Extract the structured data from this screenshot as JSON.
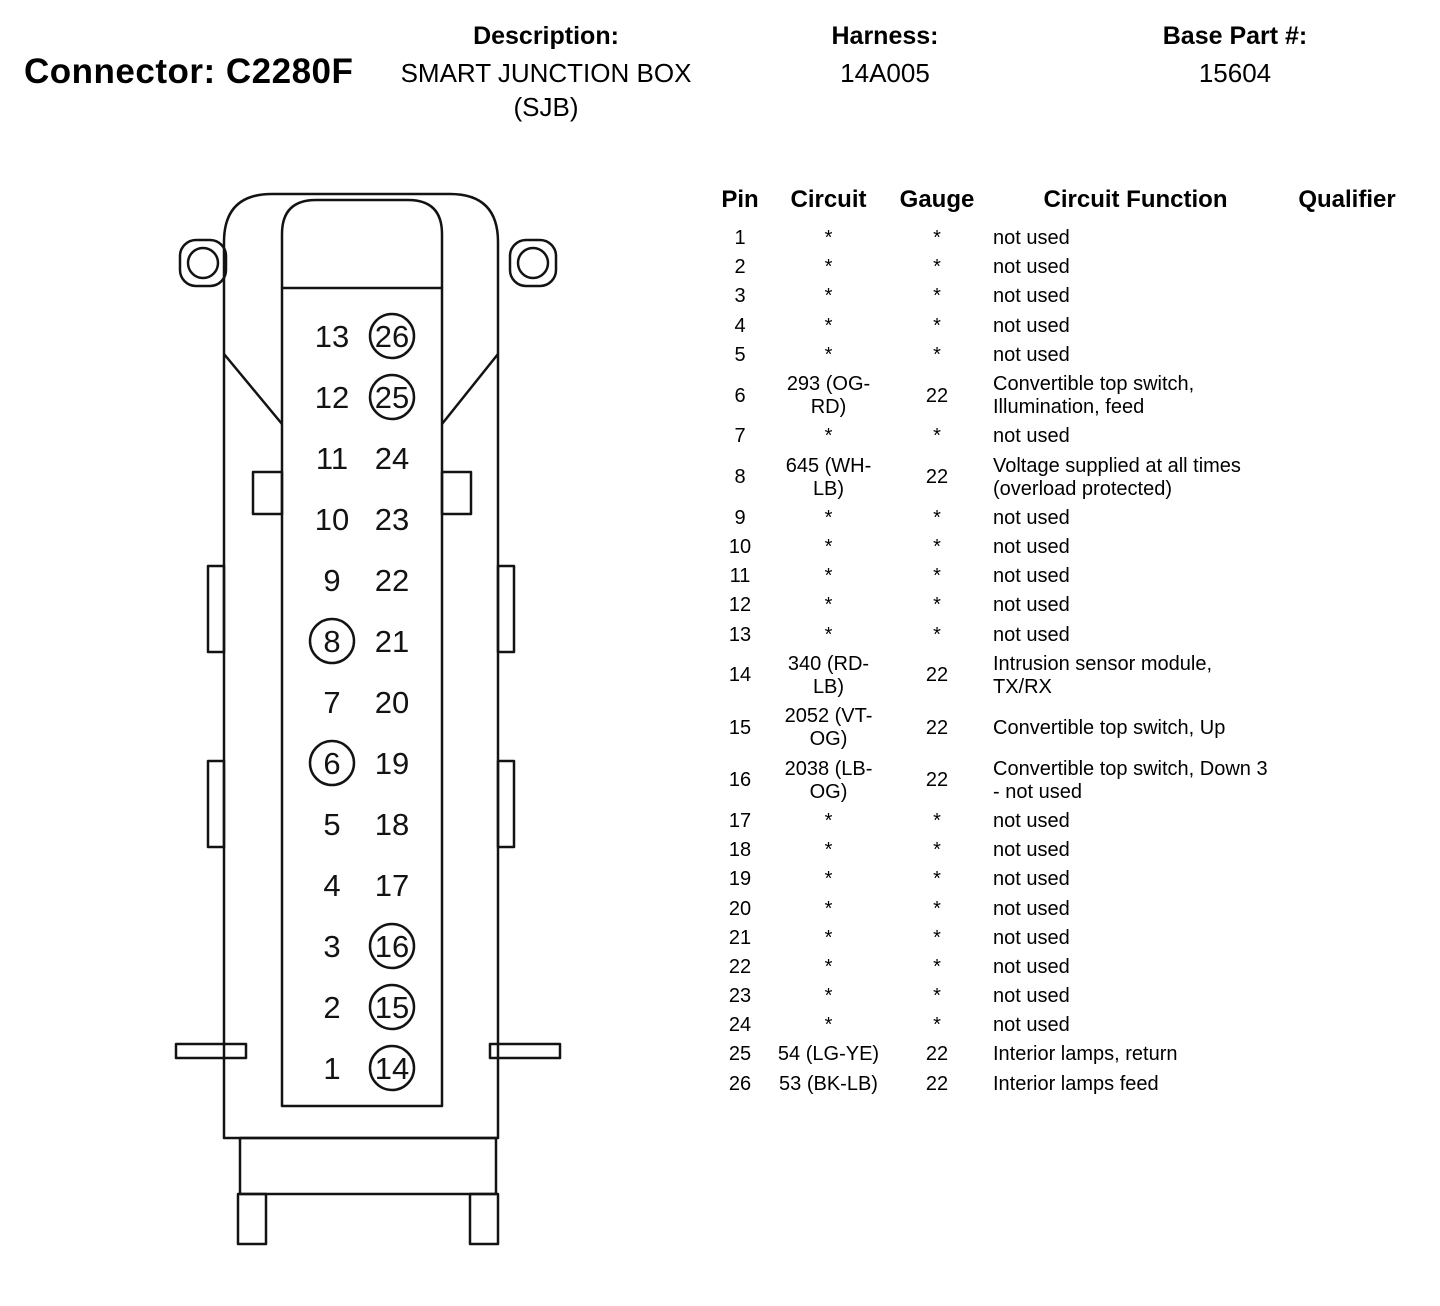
{
  "header": {
    "connector_label": "Connector: C2280F",
    "description_label": "Description:",
    "description_value_line1": "SMART JUNCTION BOX",
    "description_value_line2": "(SJB)",
    "harness_label": "Harness:",
    "harness_value": "14A005",
    "base_part_label": "Base Part #:",
    "base_part_value": "15604"
  },
  "connector_diagram": {
    "rows": [
      {
        "left": "13",
        "right": "26",
        "left_circled": false,
        "right_circled": true
      },
      {
        "left": "12",
        "right": "25",
        "left_circled": false,
        "right_circled": true
      },
      {
        "left": "11",
        "right": "24",
        "left_circled": false,
        "right_circled": false
      },
      {
        "left": "10",
        "right": "23",
        "left_circled": false,
        "right_circled": false
      },
      {
        "left": "9",
        "right": "22",
        "left_circled": false,
        "right_circled": false
      },
      {
        "left": "8",
        "right": "21",
        "left_circled": true,
        "right_circled": false
      },
      {
        "left": "7",
        "right": "20",
        "left_circled": false,
        "right_circled": false
      },
      {
        "left": "6",
        "right": "19",
        "left_circled": true,
        "right_circled": false
      },
      {
        "left": "5",
        "right": "18",
        "left_circled": false,
        "right_circled": false
      },
      {
        "left": "4",
        "right": "17",
        "left_circled": false,
        "right_circled": false
      },
      {
        "left": "3",
        "right": "16",
        "left_circled": false,
        "right_circled": true
      },
      {
        "left": "2",
        "right": "15",
        "left_circled": false,
        "right_circled": true
      },
      {
        "left": "1",
        "right": "14",
        "left_circled": false,
        "right_circled": true
      }
    ]
  },
  "pin_table": {
    "columns": [
      "Pin",
      "Circuit",
      "Gauge",
      "Circuit Function",
      "Qualifier"
    ],
    "rows": [
      {
        "pin": "1",
        "circuit": "*",
        "gauge": "*",
        "function": "not used",
        "qualifier": ""
      },
      {
        "pin": "2",
        "circuit": "*",
        "gauge": "*",
        "function": "not used",
        "qualifier": ""
      },
      {
        "pin": "3",
        "circuit": "*",
        "gauge": "*",
        "function": "not used",
        "qualifier": ""
      },
      {
        "pin": "4",
        "circuit": "*",
        "gauge": "*",
        "function": "not used",
        "qualifier": ""
      },
      {
        "pin": "5",
        "circuit": "*",
        "gauge": "*",
        "function": "not used",
        "qualifier": ""
      },
      {
        "pin": "6",
        "circuit": "293 (OG-\nRD)",
        "gauge": "22",
        "function": "Convertible top switch,\nIllumination, feed",
        "qualifier": ""
      },
      {
        "pin": "7",
        "circuit": "*",
        "gauge": "*",
        "function": "not used",
        "qualifier": ""
      },
      {
        "pin": "8",
        "circuit": "645 (WH-\nLB)",
        "gauge": "22",
        "function": "Voltage supplied at all times\n(overload protected)",
        "qualifier": ""
      },
      {
        "pin": "9",
        "circuit": "*",
        "gauge": "*",
        "function": "not used",
        "qualifier": ""
      },
      {
        "pin": "10",
        "circuit": "*",
        "gauge": "*",
        "function": "not used",
        "qualifier": ""
      },
      {
        "pin": "11",
        "circuit": "*",
        "gauge": "*",
        "function": "not used",
        "qualifier": ""
      },
      {
        "pin": "12",
        "circuit": "*",
        "gauge": "*",
        "function": "not used",
        "qualifier": ""
      },
      {
        "pin": "13",
        "circuit": "*",
        "gauge": "*",
        "function": "not used",
        "qualifier": ""
      },
      {
        "pin": "14",
        "circuit": "340 (RD-\nLB)",
        "gauge": "22",
        "function": "Intrusion sensor module,\nTX/RX",
        "qualifier": ""
      },
      {
        "pin": "15",
        "circuit": "2052 (VT-\nOG)",
        "gauge": "22",
        "function": "Convertible top switch, Up",
        "qualifier": ""
      },
      {
        "pin": "16",
        "circuit": "2038 (LB-\nOG)",
        "gauge": "22",
        "function": "Convertible top switch, Down 3\n- not used",
        "qualifier": ""
      },
      {
        "pin": "17",
        "circuit": "*",
        "gauge": "*",
        "function": "not used",
        "qualifier": ""
      },
      {
        "pin": "18",
        "circuit": "*",
        "gauge": "*",
        "function": "not used",
        "qualifier": ""
      },
      {
        "pin": "19",
        "circuit": "*",
        "gauge": "*",
        "function": "not used",
        "qualifier": ""
      },
      {
        "pin": "20",
        "circuit": "*",
        "gauge": "*",
        "function": "not used",
        "qualifier": ""
      },
      {
        "pin": "21",
        "circuit": "*",
        "gauge": "*",
        "function": "not used",
        "qualifier": ""
      },
      {
        "pin": "22",
        "circuit": "*",
        "gauge": "*",
        "function": "not used",
        "qualifier": ""
      },
      {
        "pin": "23",
        "circuit": "*",
        "gauge": "*",
        "function": "not used",
        "qualifier": ""
      },
      {
        "pin": "24",
        "circuit": "*",
        "gauge": "*",
        "function": "not used",
        "qualifier": ""
      },
      {
        "pin": "25",
        "circuit": "54 (LG-YE)",
        "gauge": "22",
        "function": "Interior lamps, return",
        "qualifier": ""
      },
      {
        "pin": "26",
        "circuit": "53 (BK-LB)",
        "gauge": "22",
        "function": "Interior lamps feed",
        "qualifier": ""
      }
    ]
  }
}
